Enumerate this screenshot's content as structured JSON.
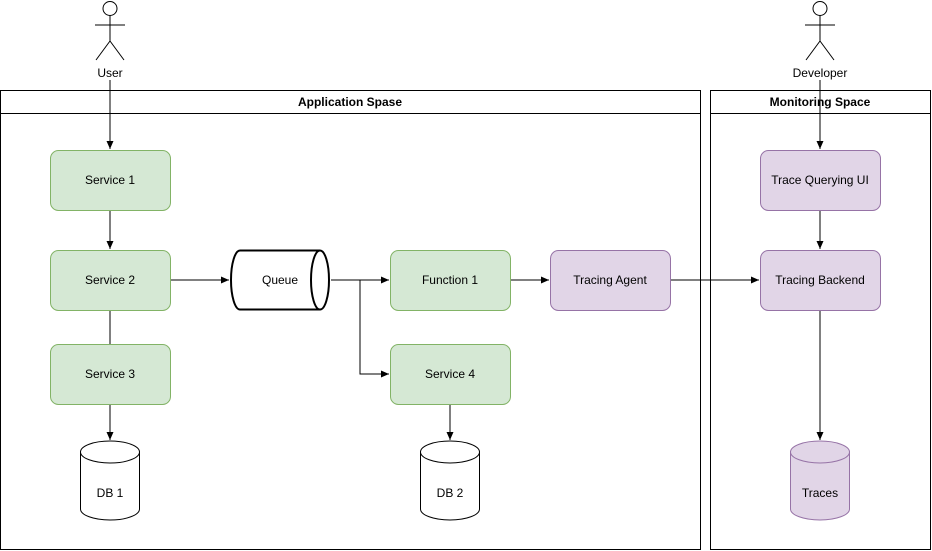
{
  "actors": {
    "user": "User",
    "developer": "Developer"
  },
  "containers": {
    "application": "Application Spase",
    "monitoring": "Monitoring Space"
  },
  "nodes": {
    "service1": "Service 1",
    "service2": "Service 2",
    "service3": "Service 3",
    "queue": "Queue",
    "function1": "Function 1",
    "service4": "Service 4",
    "tracing_agent": "Tracing Agent",
    "db1": "DB 1",
    "db2": "DB 2",
    "trace_querying_ui": "Trace Querying UI",
    "tracing_backend": "Tracing Backend",
    "traces": "Traces"
  },
  "colors": {
    "green_fill": "#d5e8d4",
    "green_stroke": "#82b366",
    "purple_fill": "#e1d5e7",
    "purple_stroke": "#9673a6"
  }
}
